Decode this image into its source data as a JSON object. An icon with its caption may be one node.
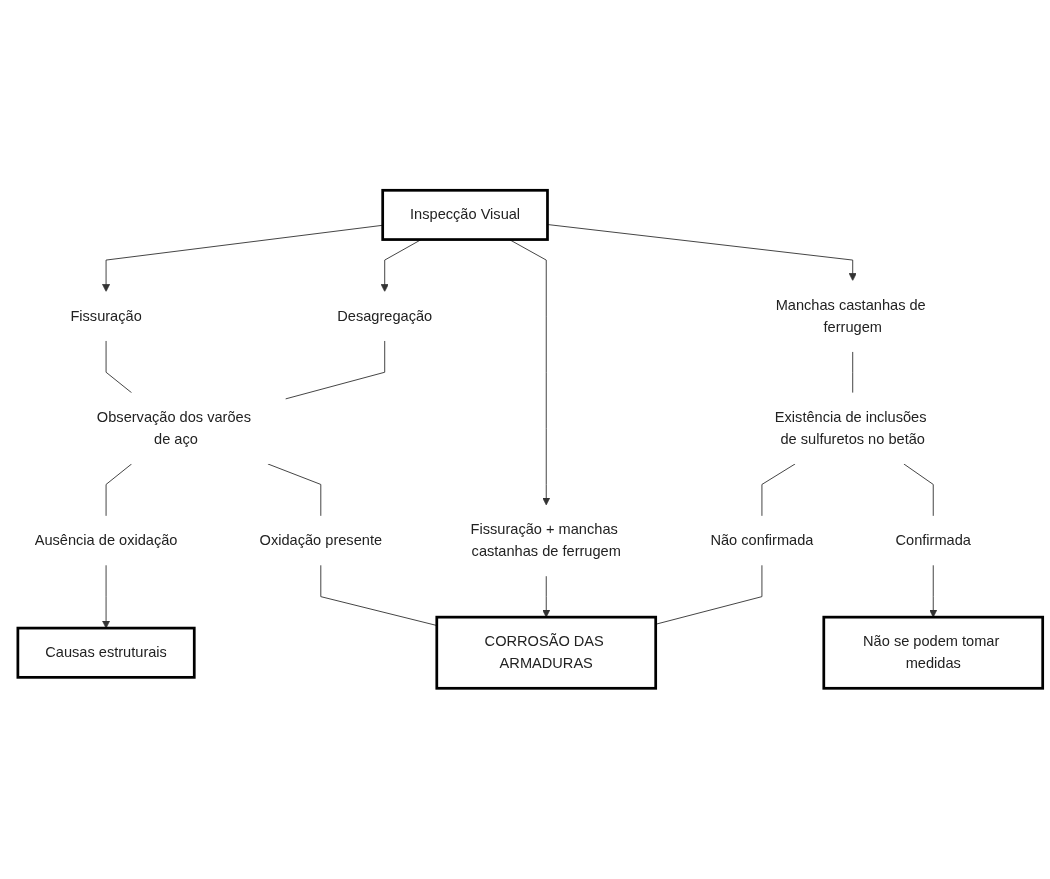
{
  "diagram": {
    "nodes": [
      {
        "text": [
          "Inspecção Visual"
        ]
      },
      {
        "text": [
          "Fissuração"
        ]
      },
      {
        "text": [
          "Desagregação"
        ]
      },
      {
        "text": [
          "Fissuração + manchas castanhas de ferrugem"
        ]
      },
      {
        "text": [
          "Manchas castanhas de ferrugem"
        ]
      },
      {
        "text": [
          "Observação dos varões de aço"
        ]
      },
      {
        "text": [
          "Existência de inclusões de sulfuretos no betão"
        ]
      },
      {
        "text": [
          "Ausência de oxidação"
        ]
      },
      {
        "text": [
          "Oxidação presente"
        ]
      },
      {
        "text": [
          "Não confirmada"
        ]
      },
      {
        "text": [
          "Confirmada"
        ]
      },
      {
        "text": [
          "Causas estruturais"
        ]
      },
      {
        "text": [
          "CORROSÃO DAS ARMADURAS"
        ]
      },
      {
        "text": [
          "Não se podem tomar medidas"
        ]
      }
    ],
    "edges": [
      {
        "from": 0,
        "to": 1,
        "arrow": "to"
      },
      {
        "from": 0,
        "to": 2,
        "arrow": "to"
      },
      {
        "from": 0,
        "to": 3,
        "arrow": "to"
      },
      {
        "from": 0,
        "to": 4,
        "arrow": "to"
      },
      {
        "from": 1,
        "to": 5,
        "arrow": "none"
      },
      {
        "from": 2,
        "to": 5,
        "arrow": "none"
      },
      {
        "from": 4,
        "to": 6,
        "arrow": "none"
      },
      {
        "from": 5,
        "to": 7,
        "arrow": "none"
      },
      {
        "from": 5,
        "to": 8,
        "arrow": "none"
      },
      {
        "from": 6,
        "to": 9,
        "arrow": "none"
      },
      {
        "from": 6,
        "to": 10,
        "arrow": "none"
      },
      {
        "from": 7,
        "to": 11,
        "arrow": "to"
      },
      {
        "from": 8,
        "to": 12,
        "arrow": "none"
      },
      {
        "from": 3,
        "to": 12,
        "arrow": "to"
      },
      {
        "from": 9,
        "to": 12,
        "arrow": "none"
      },
      {
        "from": 10,
        "to": 13,
        "arrow": "to"
      }
    ]
  }
}
